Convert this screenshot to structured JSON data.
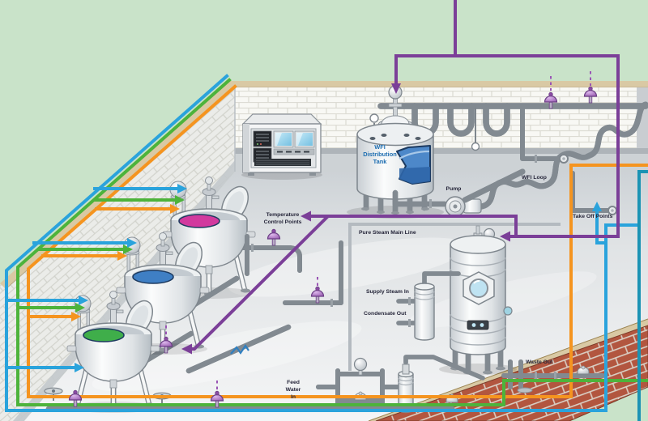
{
  "labels": {
    "wfi_tank": {
      "text": "WFI\nDistribution\nTank"
    },
    "pump": {
      "text": "Pump"
    },
    "wfi_loop": {
      "text": "WFI Loop"
    },
    "take_off_points": {
      "text": "Take Off Points"
    },
    "temperature_control_points": {
      "text": "Temperature\nControl Points"
    },
    "pure_steam_main_line": {
      "text": "Pure Steam Main Line"
    },
    "supply_steam_in": {
      "text": "Supply Steam In"
    },
    "condensate_out": {
      "text": "Condensate Out"
    },
    "feed_water_in": {
      "text": "Feed\nWater\nIn"
    },
    "waste_out": {
      "text": "Waste Out"
    }
  },
  "colors": {
    "purple_line": "#7b3f98",
    "orange_line": "#f5941f",
    "green_line": "#4db33b",
    "blue_line": "#2aa3dc",
    "teal_line": "#1b93b4",
    "vessel_liquid_top": "#d2399e",
    "vessel_liquid_middle": "#3f7fc4",
    "vessel_liquid_bottom": "#3fae4a",
    "tank_water": "#4d88c9",
    "background": "#c9e3c9",
    "interior_brick": "#f8f8f4",
    "exterior_brick": "#b2563f",
    "label_text": "#26263a",
    "tank_label_text": "#1b6cb0"
  }
}
